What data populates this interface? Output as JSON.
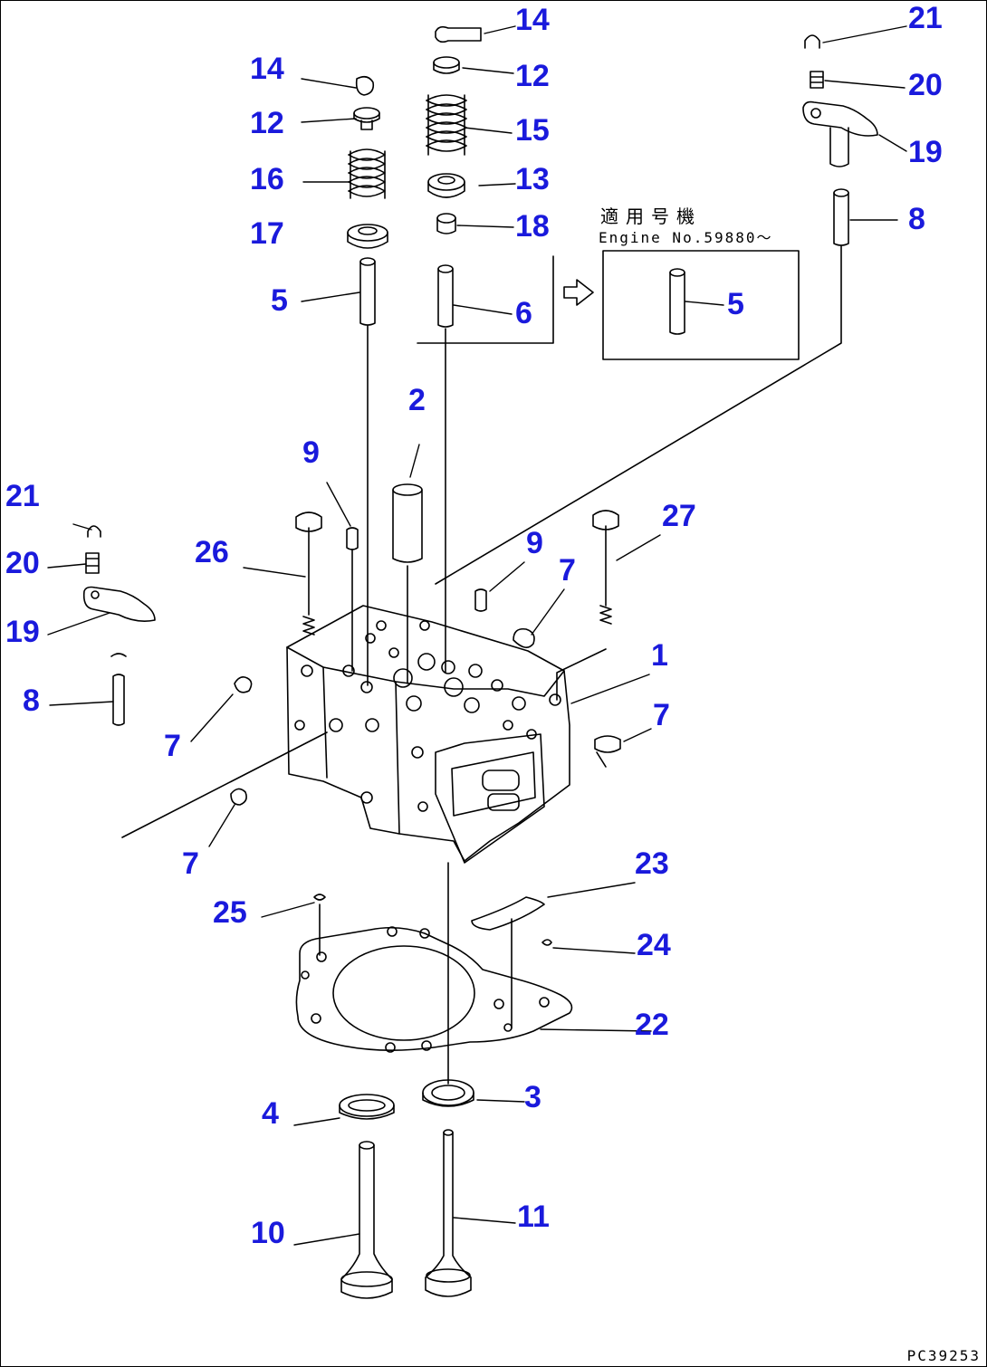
{
  "diagram": {
    "applicable_serial_label_jp": "適用号機",
    "applicable_serial_label_en": "Engine No.59880～",
    "drawing_number": "PC39253"
  },
  "callouts": [
    "14",
    "12",
    "16",
    "17",
    "5",
    "14",
    "12",
    "15",
    "13",
    "18",
    "6",
    "21",
    "20",
    "19",
    "8",
    "5",
    "2",
    "9",
    "26",
    "9",
    "7",
    "27",
    "21",
    "20",
    "19",
    "8",
    "1",
    "7",
    "7",
    "7",
    "23",
    "25",
    "24",
    "22",
    "4",
    "3",
    "10",
    "11"
  ],
  "colors": {
    "callout": "#1a1adc",
    "line": "#000000"
  }
}
